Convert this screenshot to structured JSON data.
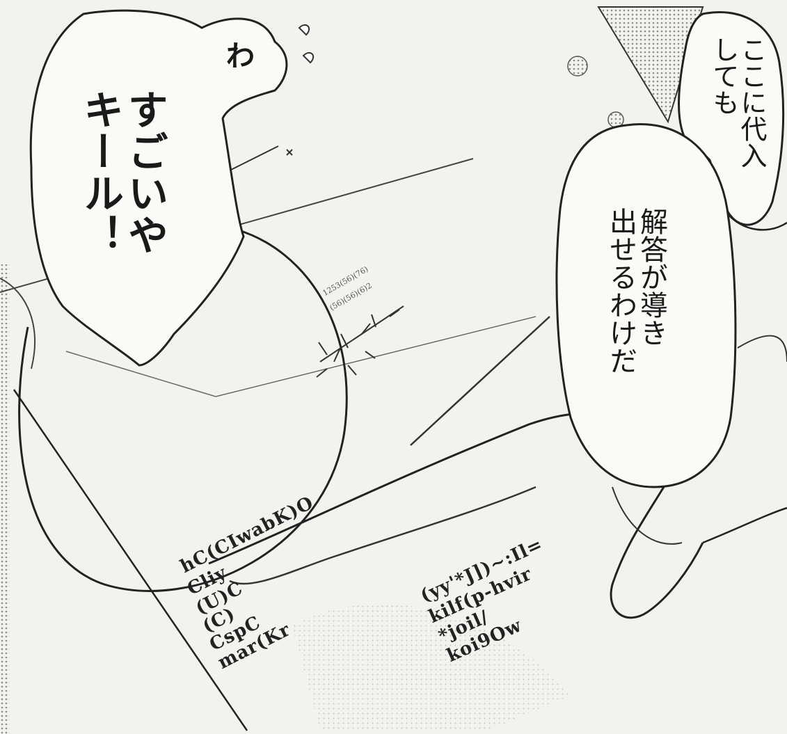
{
  "bubbles": {
    "exclaim": "わ",
    "left": [
      "すごいや",
      "キール！"
    ],
    "top_right": [
      "ここに代入",
      "しても"
    ],
    "right": [
      "解答が導き",
      "出せるわけだ"
    ]
  },
  "paper_text": {
    "block_a": [
      "hC(CIwabK)O",
      "Cliy",
      "(U)C",
      "(C)",
      "CspC",
      "mar(Kr"
    ],
    "block_b": [
      "(yy'*J])~:Il=",
      "kilf(p-hvir",
      "*joil/",
      "koi9Ow"
    ],
    "small": [
      "1253(56)(76)",
      "(56)(56)(6)2"
    ]
  }
}
